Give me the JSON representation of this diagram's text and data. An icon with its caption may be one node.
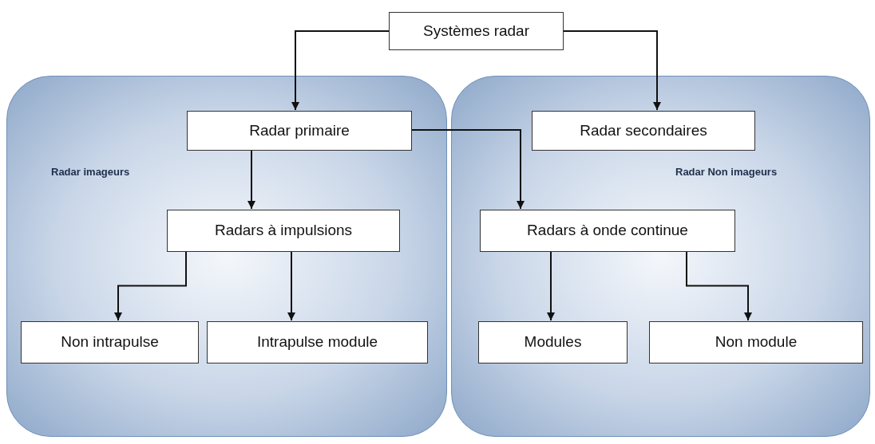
{
  "diagram": {
    "nodes": [
      {
        "text": [
          "Systèmes radar"
        ]
      },
      {
        "text": [
          "Radar imageurs"
        ]
      },
      {
        "text": [
          "Radar primaire"
        ],
        "in": 1
      },
      {
        "text": [
          "Radars à impulsions"
        ],
        "in": 1
      },
      {
        "text": [
          "Non intrapulse"
        ],
        "in": 1
      },
      {
        "text": [
          "Intrapulse module"
        ],
        "in": 1
      },
      {
        "text": [
          "Radar Non imageurs"
        ]
      },
      {
        "text": [
          "Radar secondaires"
        ],
        "in": 6
      },
      {
        "text": [
          "Radars à onde continue"
        ],
        "in": 6
      },
      {
        "text": [
          "Modules"
        ],
        "in": 6
      },
      {
        "text": [
          "Non module"
        ],
        "in": 6
      }
    ],
    "edges": [
      {
        "from": 0,
        "to": 2,
        "arrow": "to"
      },
      {
        "from": 0,
        "to": 7,
        "arrow": "to"
      },
      {
        "from": 2,
        "to": 3,
        "arrow": "to"
      },
      {
        "from": 2,
        "to": 8,
        "arrow": "to"
      },
      {
        "from": 3,
        "to": 4,
        "arrow": "to"
      },
      {
        "from": 3,
        "to": 5,
        "arrow": "to"
      },
      {
        "from": 8,
        "to": 9,
        "arrow": "to"
      },
      {
        "from": 8,
        "to": 10,
        "arrow": "to"
      }
    ]
  }
}
